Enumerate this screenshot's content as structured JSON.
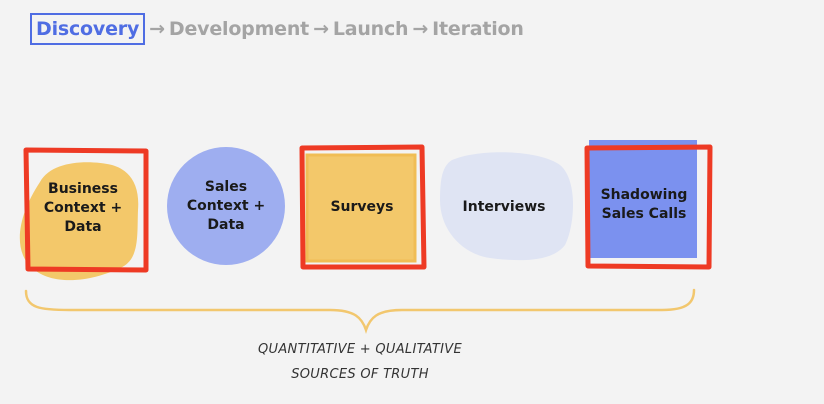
{
  "header": {
    "active_step": "Discovery",
    "arrow": "→",
    "steps": [
      "Development",
      "Launch",
      "Iteration"
    ]
  },
  "nodes": [
    {
      "label": "Business\nContext +\nData",
      "highlighted": true,
      "fill": "#f3c86a"
    },
    {
      "label": "Sales\nContext +\nData",
      "highlighted": false,
      "fill": "#9eaef0"
    },
    {
      "label": "Surveys",
      "highlighted": true,
      "fill": "#f3c86a"
    },
    {
      "label": "Interviews",
      "highlighted": false,
      "fill": "#dfe4f3"
    },
    {
      "label": "Shadowing\nSales Calls",
      "highlighted": true,
      "fill": "#7b91ef"
    }
  ],
  "caption": {
    "line1": "QUANTITATIVE + QUALITATIVE",
    "line2": "SOURCES OF TRUTH"
  },
  "colors": {
    "accent_blue": "#4f6de3",
    "highlight_red": "#ee3a24",
    "brace_yellow": "#f2c76e",
    "muted_text": "#a4a4a4"
  }
}
